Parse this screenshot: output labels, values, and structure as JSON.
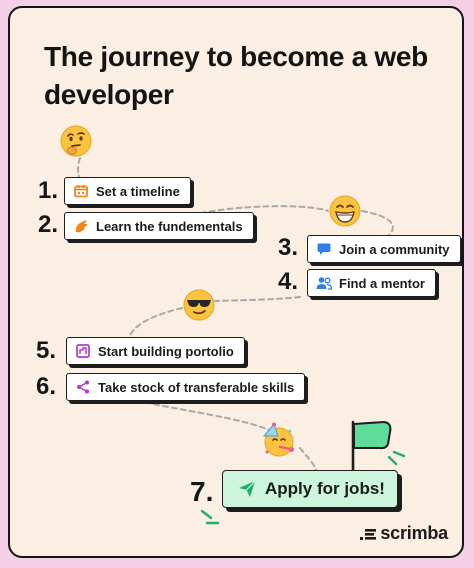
{
  "title": "The journey to become a web developer",
  "brand": {
    "name": "scrimba",
    "icon": "scrimba-logo-icon"
  },
  "colors": {
    "background_outer": "#f3d0e6",
    "card": "#fbeee2",
    "border": "#151515",
    "final_step": "#cdf4dd",
    "flag": "#5fdc97",
    "dashed_path": "#a9a9a9"
  },
  "steps": [
    {
      "number": "1.",
      "label": "Set a timeline",
      "icon": "calendar-icon"
    },
    {
      "number": "2.",
      "label": "Learn the fundementals",
      "icon": "hand-wave-icon"
    },
    {
      "number": "3.",
      "label": "Join a community",
      "icon": "chat-bubble-icon"
    },
    {
      "number": "4.",
      "label": "Find a mentor",
      "icon": "people-icon"
    },
    {
      "number": "5.",
      "label": "Start building portolio",
      "icon": "portfolio-icon"
    },
    {
      "number": "6.",
      "label": "Take stock of transferable skills",
      "icon": "share-icon"
    },
    {
      "number": "7.",
      "label": "Apply for jobs!",
      "icon": "paper-plane-icon"
    }
  ],
  "emojis": [
    "thinking-face-emoji",
    "grinning-face-emoji",
    "sunglasses-face-emoji",
    "party-face-emoji"
  ],
  "decorations": [
    "green-flag-icon",
    "sparkle-lines-icon"
  ]
}
